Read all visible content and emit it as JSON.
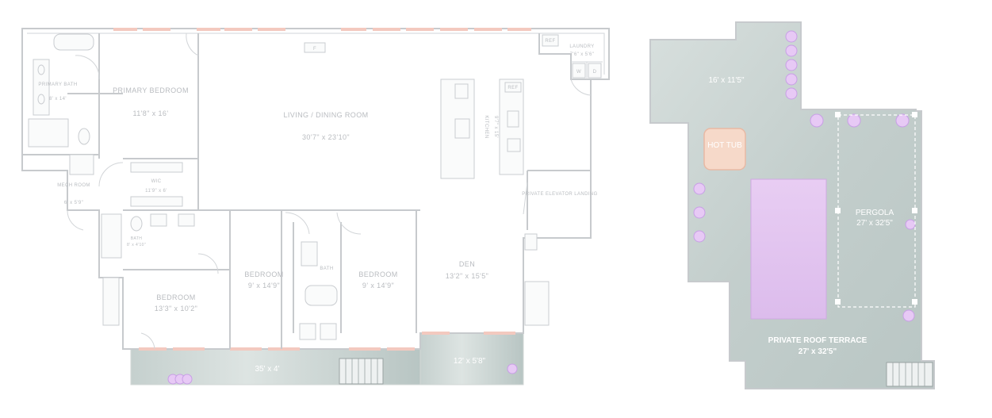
{
  "main_floor": {
    "rooms": {
      "primary_bath": {
        "name": "PRIMARY BATH",
        "size": "8' x 14'"
      },
      "primary_bedroom": {
        "name": "PRIMARY BEDROOM",
        "size": "11'8\" x 16'"
      },
      "living_dining": {
        "name": "LIVING / DINING ROOM",
        "size": "30'7\" x 23'10\""
      },
      "kitchen": {
        "name": "KITCHEN",
        "size": "9'7\" x 15'"
      },
      "laundry": {
        "name": "LAUNDRY",
        "size": "7'6\" x 5'6\""
      },
      "wic": {
        "name": "WIC",
        "size": "11'9\" x 6'"
      },
      "mech_room": {
        "name": "MECH ROOM",
        "size": "6' x 5'9\""
      },
      "bath_2": {
        "name": "BATH",
        "size": "8' x 4'10\""
      },
      "bath_3": {
        "name": "BATH"
      },
      "bedroom_1": {
        "name": "BEDROOM",
        "size": "13'3\" x 10'2\""
      },
      "bedroom_2": {
        "name": "BEDROOM",
        "size": "9' x 14'9\""
      },
      "bedroom_3": {
        "name": "BEDROOM",
        "size": "9' x 14'9\""
      },
      "den": {
        "name": "DEN",
        "size": "13'2\" x 15'5\""
      },
      "elevator": {
        "name": "PRIVATE ELEVATOR LANDING"
      }
    },
    "fixture_labels": {
      "ref_laundry": "REF",
      "ref_kitchen": "REF",
      "washer": "W",
      "dryer": "D",
      "fireplace": "F"
    },
    "balconies": {
      "long": "35' x 4'",
      "short": "12' x 5'8\""
    }
  },
  "roof": {
    "upper_area": "16' x 11'5\"",
    "hot_tub": "HOT TUB",
    "pergola": {
      "name": "PERGOLA",
      "size": "27' x 32'5\""
    },
    "terrace": {
      "name": "PRIVATE ROOF TERRACE",
      "size": "27' x 32'5\""
    }
  },
  "colors": {
    "wall": "#c7cacd",
    "window": "#f3c9bf",
    "terrace": "#c4cfcd",
    "pool": "#e2c4ef",
    "hot_tub": "#f6d9c9",
    "plant": "#e7c9f5"
  }
}
